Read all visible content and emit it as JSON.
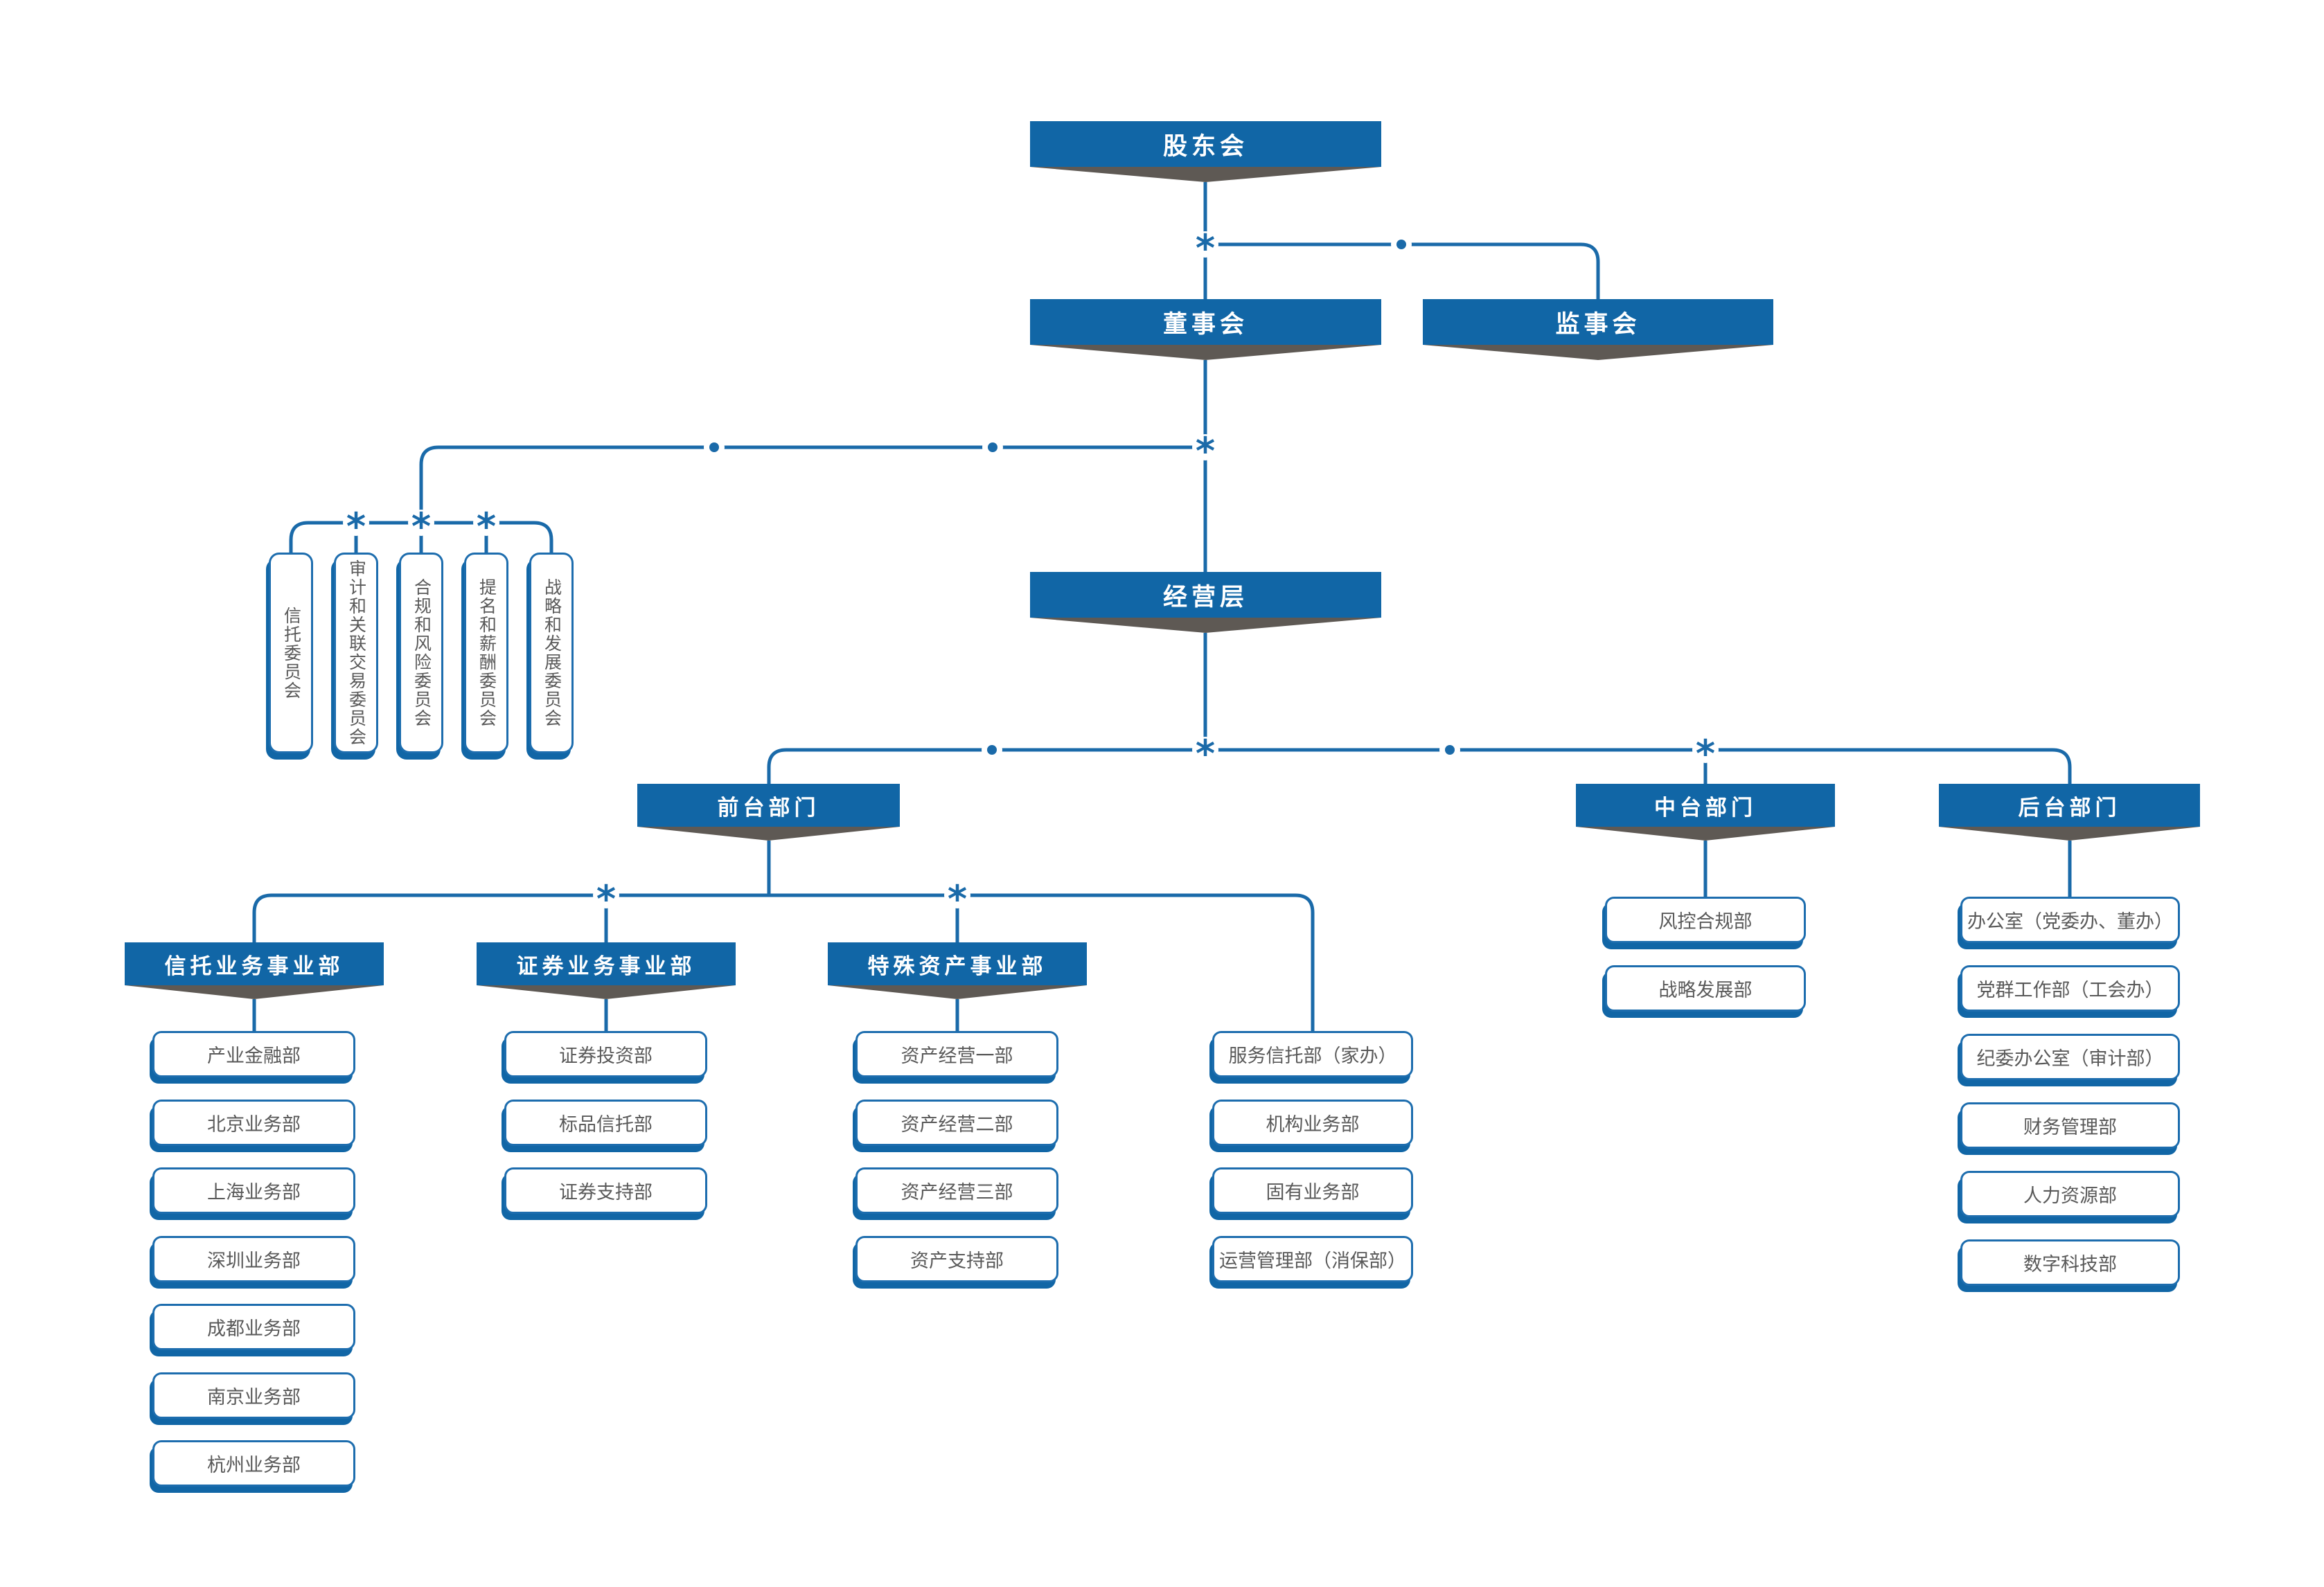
{
  "palette": {
    "banner_blue": "#1166a6",
    "flag_gray": "#5e5954",
    "line_blue": "#1a6aa9",
    "box_border_blue": "#1d6dae",
    "box_shadow_blue": "#1166a6",
    "box_text_gray": "#595959",
    "banner_text_white": "#ffffff"
  },
  "connectors": {
    "junction_glyph": "*"
  },
  "governance": {
    "shareholders": "股东会",
    "board": "董事会",
    "supervisors": "监事会",
    "management": "经营层",
    "committees": [
      "信托委员会",
      "审计和关联交易委员会",
      "合规和风险委员会",
      "提名和薪酬委员会",
      "战略和发展委员会"
    ]
  },
  "front_office": {
    "label": "前台部门",
    "groups": [
      {
        "label": "信托业务事业部",
        "departments": [
          "产业金融部",
          "北京业务部",
          "上海业务部",
          "深圳业务部",
          "成都业务部",
          "南京业务部",
          "杭州业务部"
        ]
      },
      {
        "label": "证券业务事业部",
        "departments": [
          "证券投资部",
          "标品信托部",
          "证券支持部"
        ]
      },
      {
        "label": "特殊资产事业部",
        "departments": [
          "资产经营一部",
          "资产经营二部",
          "资产经营三部",
          "资产支持部"
        ]
      },
      {
        "label": "",
        "departments": [
          "服务信托部（家办）",
          "机构业务部",
          "固有业务部",
          "运营管理部（消保部）"
        ]
      }
    ]
  },
  "middle_office": {
    "label": "中台部门",
    "departments": [
      "风控合规部",
      "战略发展部"
    ]
  },
  "back_office": {
    "label": "后台部门",
    "departments": [
      "办公室（党委办、董办）",
      "党群工作部（工会办）",
      "纪委办公室（审计部）",
      "财务管理部",
      "人力资源部",
      "数字科技部"
    ]
  }
}
